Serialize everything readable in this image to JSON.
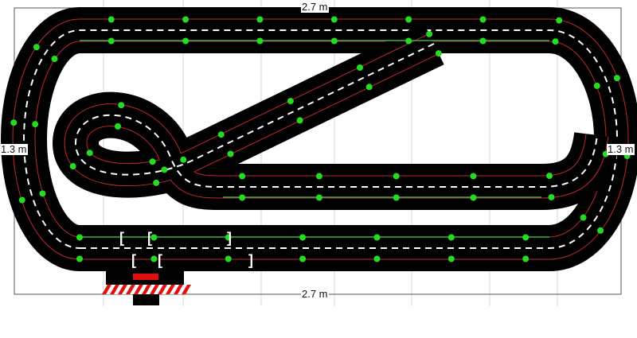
{
  "dimensions": {
    "top_width": "2.7 m",
    "bottom_width": "2.7 m",
    "left_height": "1.3 m",
    "right_height": "1.3 m"
  },
  "start_grid": {
    "brackets_top": [
      "[",
      "[",
      "]"
    ],
    "brackets_bottom": [
      "[",
      "[",
      "]"
    ]
  },
  "colors": {
    "track": "#000000",
    "lane_outer": "#c0282a",
    "lane_inner": "#3fae3f",
    "center_dash": "#ffffff",
    "marker": "#22dd22",
    "finish_red": "#e01010"
  }
}
